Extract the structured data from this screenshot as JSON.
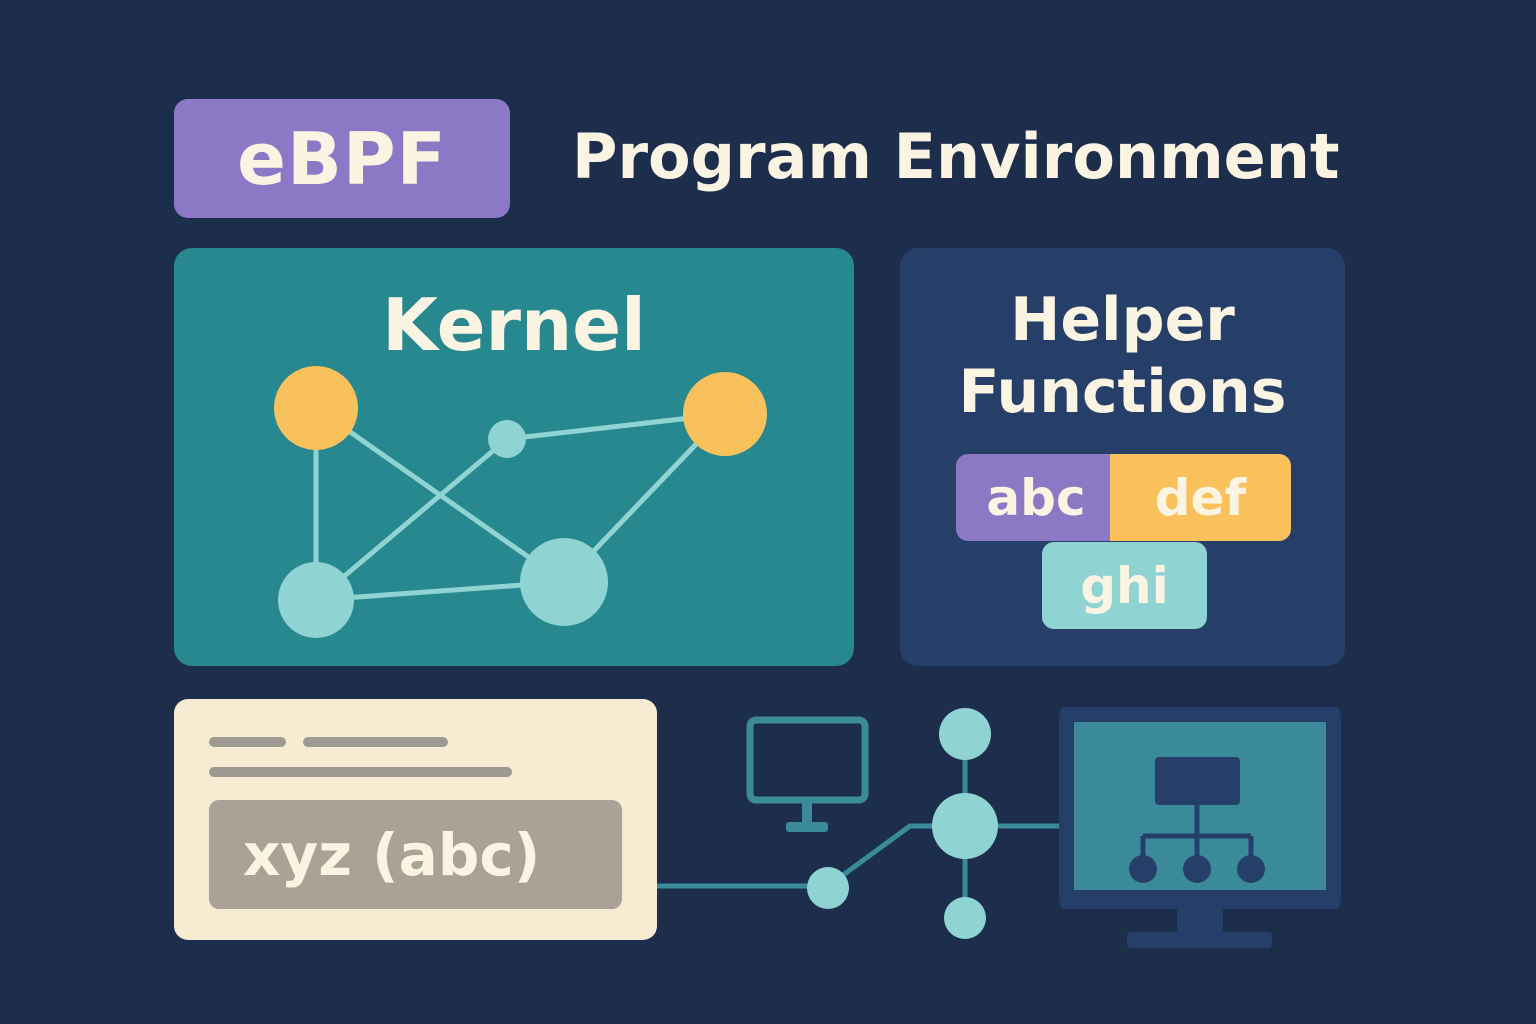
{
  "header": {
    "badge": "eBPF",
    "title": "Program Environment"
  },
  "kernel": {
    "title": "Kernel",
    "graph_icon": "network-graph-icon"
  },
  "helpers": {
    "title_line1": "Helper",
    "title_line2": "Functions",
    "chips": [
      "abc",
      "def",
      "ghi"
    ]
  },
  "code": {
    "call": "xyz (abc)"
  },
  "icons": {
    "monitor_small": "monitor-icon",
    "network_node": "network-hub-icon",
    "monitor_large": "monitor-hierarchy-icon"
  },
  "colors": {
    "background": "#1d2d4c",
    "badge": "#8b79c6",
    "kernel_panel": "#27888f",
    "helper_panel": "#263f69",
    "yellow": "#f9c15c",
    "light_teal": "#90d3d3",
    "cream": "#f7ecd2",
    "text_light": "#fbf4e2"
  }
}
